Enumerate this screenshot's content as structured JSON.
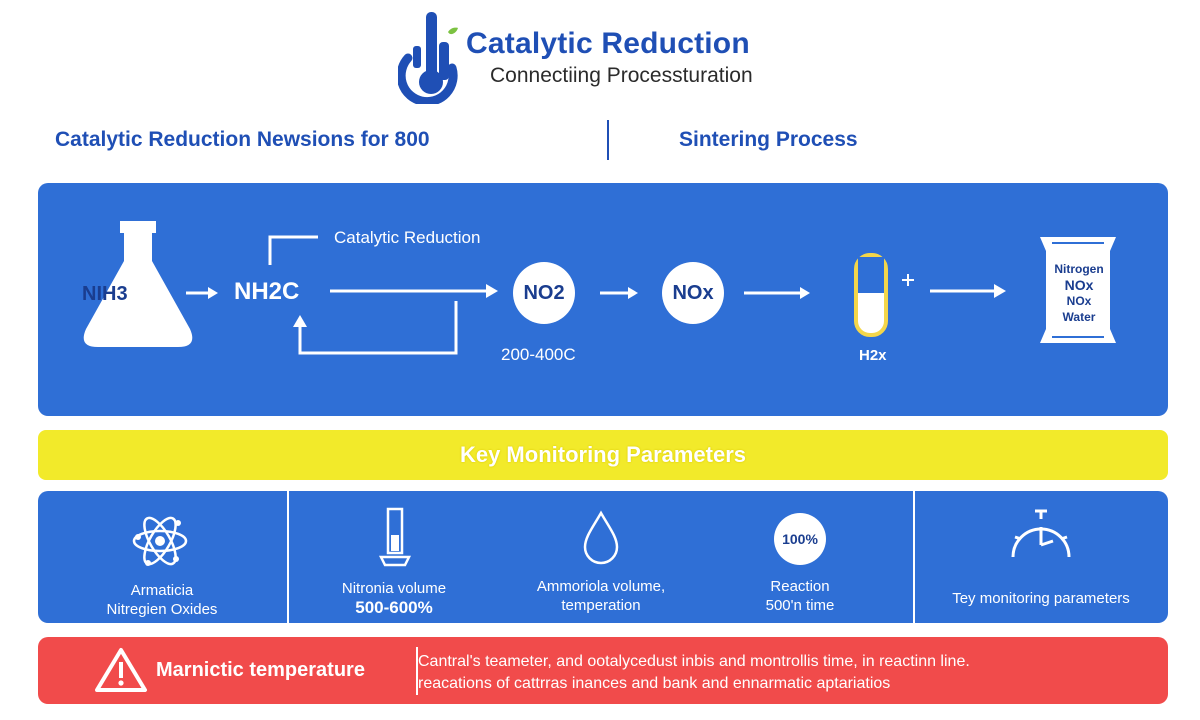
{
  "header": {
    "title": "Catalytic Reduction",
    "subtitle": "Connectiing Processturation",
    "section_left": "Catalytic Reduction Newsions for 800",
    "section_right": "Sintering Process"
  },
  "process": {
    "flask_label": "NIH3",
    "intermediate": "NH2C",
    "loop_label": "Catalytic Reduction",
    "temperature": "200-400C",
    "circle1": "NO2",
    "circle2": "NOx",
    "tube_label": "H2x",
    "output_lines": [
      "Nitrogen",
      "NOx",
      "NOx",
      "Water"
    ]
  },
  "monitor_title": "Key Monitoring Parameters",
  "parameters": [
    {
      "icon": "atom-icon",
      "line1": "Armaticia",
      "line2": "Nitregien Oxides"
    },
    {
      "icon": "test-tube-icon",
      "line1": "Nitronia volume",
      "line2": "500-600%"
    },
    {
      "icon": "droplet-icon",
      "line1": "Ammoriola volume,",
      "line2": "temperation"
    },
    {
      "icon": "badge-100-icon",
      "badge": "100%",
      "line1": "Reaction",
      "line2": "500'n time"
    },
    {
      "icon": "stopwatch-icon",
      "line1": "Tey monitoring parameters",
      "line2": ""
    }
  ],
  "alert": {
    "icon": "warning-icon",
    "title": "Marnictic temperature",
    "line1": "Cantral's teameter, and ootalycedust inbis and montrollis time, in reactinn line.",
    "line2": "reacations of cattrras inances and bank and ennarmatic aptariatios"
  },
  "colors": {
    "brand_blue": "#1f4fb5",
    "panel_blue": "#2f6fd6",
    "yellow": "#f2ea2a",
    "alert_red": "#f14b4b"
  }
}
